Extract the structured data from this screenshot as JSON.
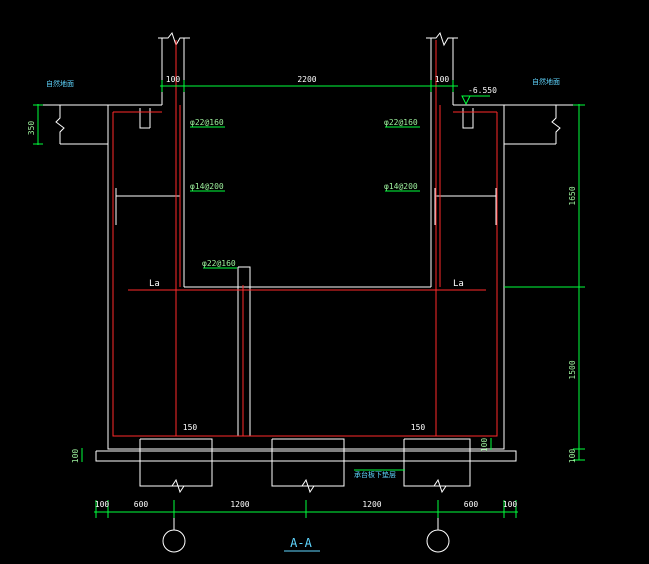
{
  "section_title": "A-A",
  "dims": {
    "top_wall_left": "100",
    "top_span": "2200",
    "top_wall_right": "100",
    "level": "-6.550",
    "ext_left": "350",
    "v_upper": "1650",
    "v_lower": "1500",
    "v_base_left": "100",
    "v_base_right": "100",
    "v_small_right": "100",
    "inner_left": "150",
    "inner_right": "150",
    "bottom": [
      "100",
      "600",
      "1200",
      "1200",
      "600",
      "100"
    ]
  },
  "rebar": {
    "top_left": "φ22@160",
    "top_right": "φ22@160",
    "mid_left": "φ14@200",
    "mid_right": "φ14@200",
    "center": "φ22@160"
  },
  "labels": {
    "la_left": "La",
    "la_right": "La",
    "ground_left": "自然地面",
    "ground_right": "自然地面",
    "slab_note": "承台板下垫层"
  },
  "colors": {
    "concrete": "#ffffff",
    "rebar": "#ff2a2a",
    "dimension": "#00ff3c",
    "annotation": "#5fd6ff"
  }
}
